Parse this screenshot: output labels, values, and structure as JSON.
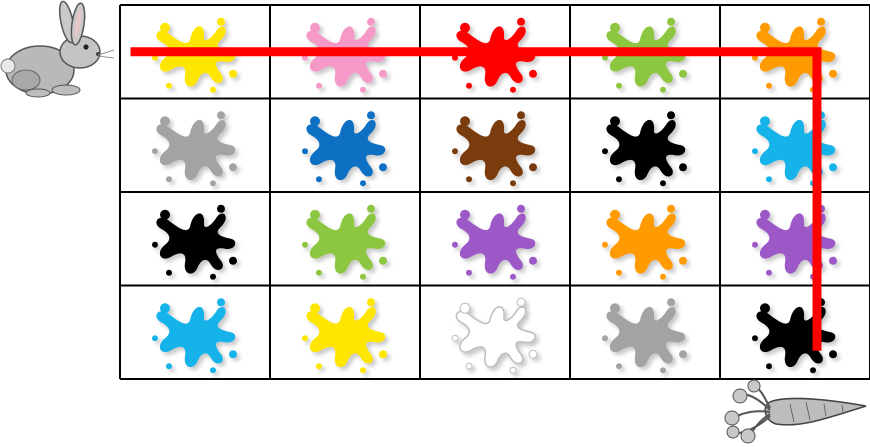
{
  "puzzle": {
    "rows": 4,
    "cols": 5,
    "grid": [
      [
        {
          "color_name": "yellow",
          "color": "#ffe600"
        },
        {
          "color_name": "pink",
          "color": "#f59ac8"
        },
        {
          "color_name": "red",
          "color": "#ff0000"
        },
        {
          "color_name": "light-green",
          "color": "#8dc63f"
        },
        {
          "color_name": "orange",
          "color": "#ff9a00"
        }
      ],
      [
        {
          "color_name": "gray",
          "color": "#a3a3a3"
        },
        {
          "color_name": "blue",
          "color": "#0a6fc2"
        },
        {
          "color_name": "brown",
          "color": "#7a3a0c"
        },
        {
          "color_name": "black",
          "color": "#000000"
        },
        {
          "color_name": "sky-blue",
          "color": "#12b2ea"
        }
      ],
      [
        {
          "color_name": "black",
          "color": "#000000"
        },
        {
          "color_name": "light-green",
          "color": "#8dc63f"
        },
        {
          "color_name": "purple",
          "color": "#9b59c6"
        },
        {
          "color_name": "orange",
          "color": "#ff9a00"
        },
        {
          "color_name": "purple",
          "color": "#9b59c6"
        }
      ],
      [
        {
          "color_name": "sky-blue",
          "color": "#12b2ea"
        },
        {
          "color_name": "yellow",
          "color": "#ffe600"
        },
        {
          "color_name": "white",
          "color": "#ffffff",
          "outline": "#bdbdbd"
        },
        {
          "color_name": "gray",
          "color": "#a3a3a3"
        },
        {
          "color_name": "black",
          "color": "#000000"
        }
      ]
    ],
    "drawn_path": {
      "color": "#ff0000",
      "cells": [
        [
          0,
          0
        ],
        [
          0,
          1
        ],
        [
          0,
          2
        ],
        [
          0,
          3
        ],
        [
          0,
          4
        ],
        [
          1,
          4
        ],
        [
          2,
          4
        ],
        [
          3,
          4
        ]
      ]
    },
    "start": {
      "icon": "rabbit-icon"
    },
    "goal": {
      "icon": "carrot-icon"
    }
  }
}
